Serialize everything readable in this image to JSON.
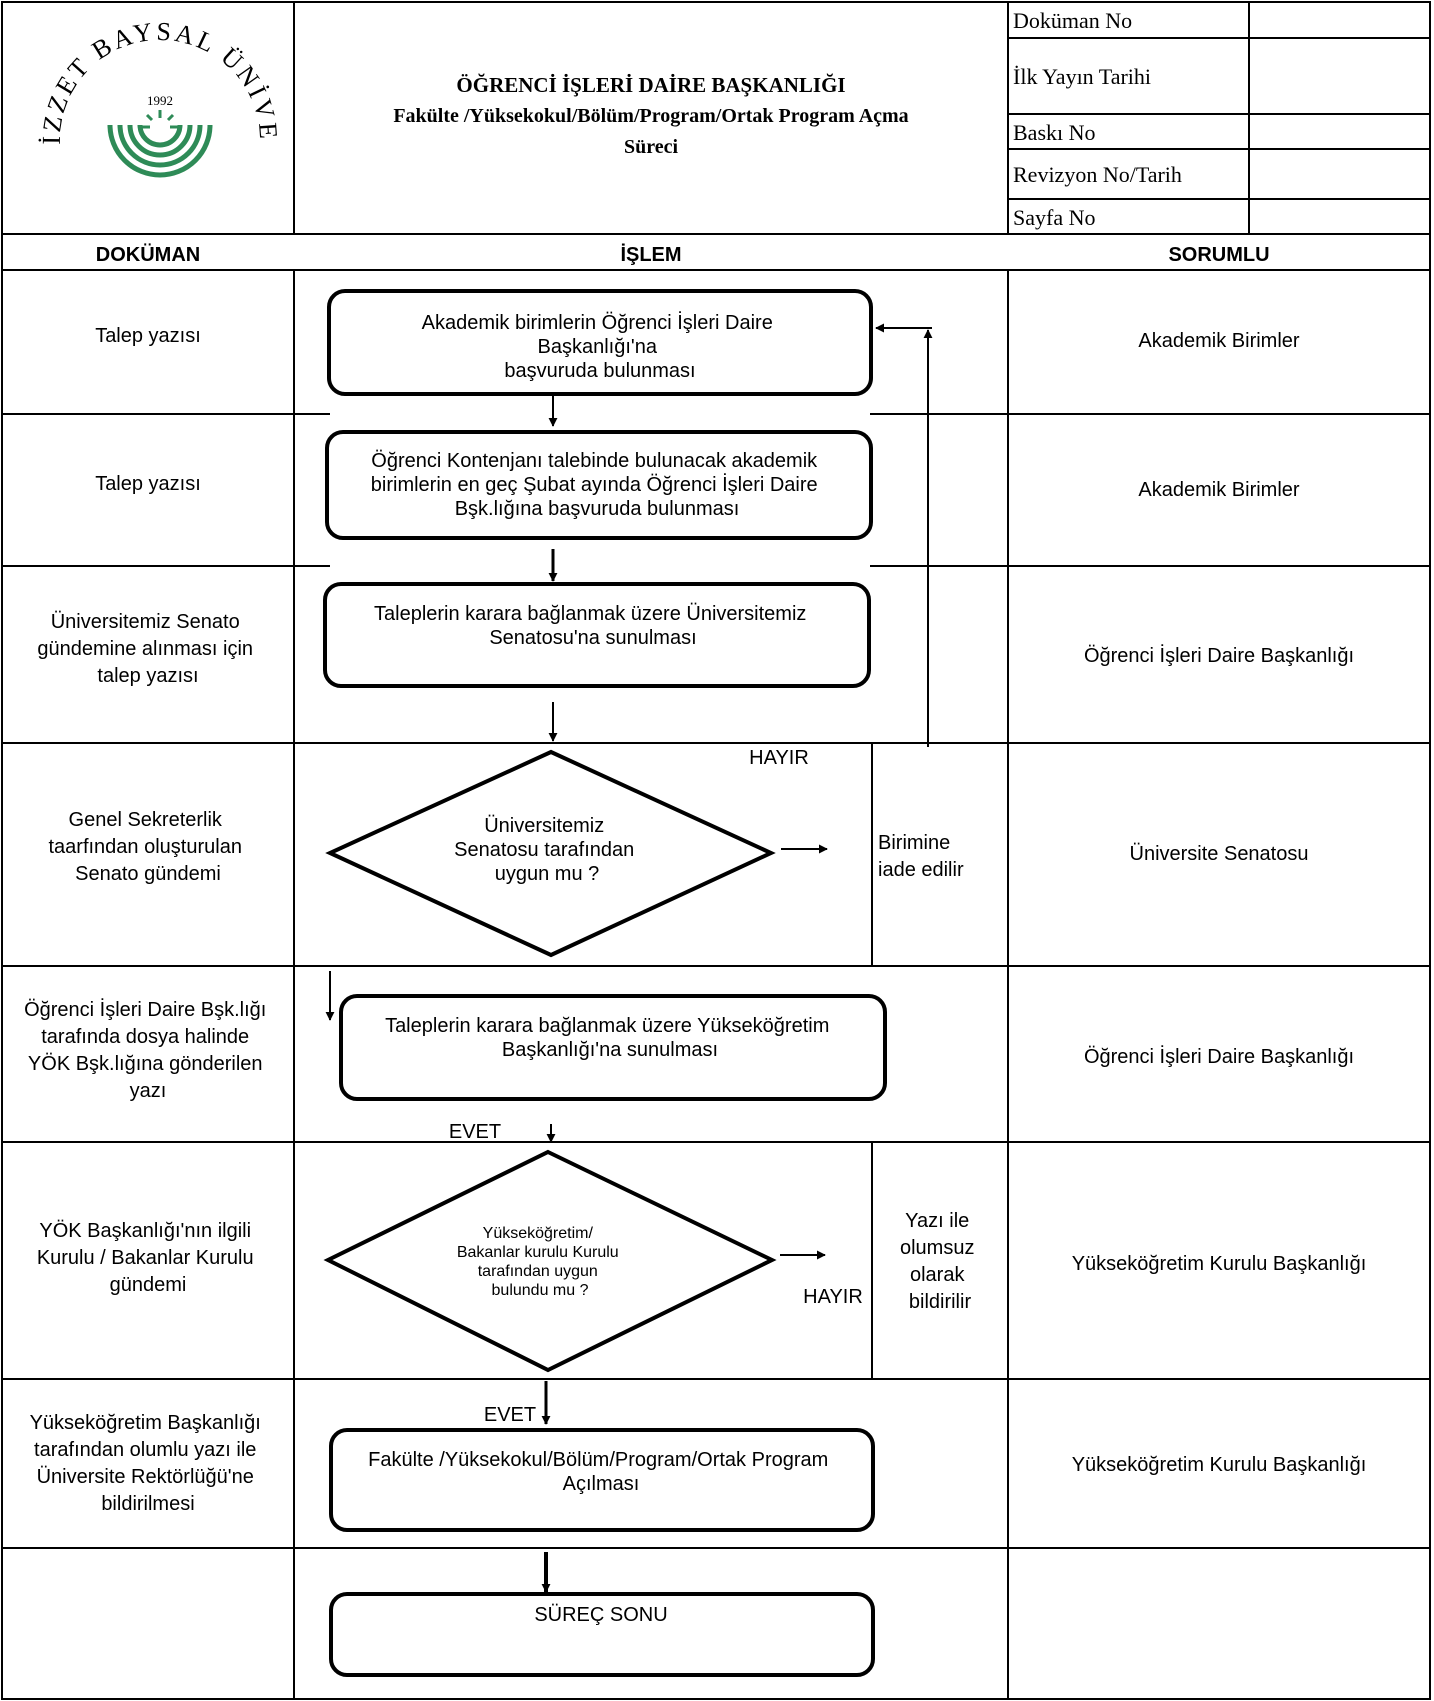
{
  "header": {
    "logo": {
      "arc_text": "ABANT İZZET BAYSAL ÜNİVERSİTESİ",
      "year": "1992",
      "accent_color": "#2e8b57"
    },
    "title": "ÖĞRENCİ İŞLERİ DAİRE BAŞKANLIĞI",
    "subtitle_line1": "Fakülte /Yüksekokul/Bölüm/Program/Ortak Program Açma",
    "subtitle_line2": "Süreci",
    "meta_fields": [
      {
        "label": "Doküman No",
        "value": ""
      },
      {
        "label": "İlk Yayın Tarihi",
        "value": ""
      },
      {
        "label": "Baskı No",
        "value": ""
      },
      {
        "label": "Revizyon No/Tarih",
        "value": ""
      },
      {
        "label": "Sayfa No",
        "value": ""
      }
    ]
  },
  "columns": {
    "document": "DOKÜMAN",
    "process": "İŞLEM",
    "responsible": "SORUMLU"
  },
  "documents": {
    "r1": [
      "Talep yazısı"
    ],
    "r2": [
      "Talep yazısı"
    ],
    "r3": [
      "Üniversitemiz Senato",
      "gündemine alınması için",
      "talep yazısı"
    ],
    "r4": [
      "Genel Sekreterlik",
      "taarfından oluşturulan",
      "Senato gündemi"
    ],
    "r5": [
      "Öğrenci İşleri Daire Bşk.lığı",
      "tarafında dosya halinde",
      "YÖK Bşk.lığına gönderilen",
      "yazı"
    ],
    "r6": [
      "YÖK Başkanlığı'nın ilgili",
      "Kurulu / Bakanlar Kurulu",
      "gündemi"
    ],
    "r7": [
      "Yükseköğretim Başkanlığı",
      "tarafından olumlu yazı ile",
      "Üniversite Rektörlüğü'ne",
      "bildirilmesi"
    ]
  },
  "responsible": {
    "r1": "Akademik Birimler",
    "r2": "Akademik Birimler",
    "r3": "Öğrenci İşleri Daire Başkanlığı",
    "r4": "Üniversite Senatosu",
    "r5": "Öğrenci İşleri Daire Başkanlığı",
    "r6": "Yükseköğretim Kurulu Başkanlığı",
    "r7": "Yükseköğretim Kurulu Başkanlığı"
  },
  "steps": {
    "s1": [
      "Akademik birimlerin Öğrenci İşleri Daire",
      "Başkanlığı'na",
      "başvuruda bulunması"
    ],
    "s2": [
      "Öğrenci Kontenjanı talebinde bulunacak akademik",
      "birimlerin en geç Şubat ayında Öğrenci İşleri Daire",
      "Bşk.lığına başvuruda bulunması"
    ],
    "s3": [
      "Taleplerin karara  bağlanmak üzere Üniversitemiz",
      "Senatosu'na sunulması"
    ],
    "d1": [
      "Üniversitemiz",
      "Senatosu tarafından",
      "uygun mu ?"
    ],
    "d1_no_label": "HAYIR",
    "d1_no_result": [
      "Birimine",
      "iade edilir"
    ],
    "s5": [
      "Taleplerin karara  bağlanmak üzere Yükseköğretim",
      "Başkanlığı'na sunulması"
    ],
    "d1_yes_label": "EVET",
    "d2": [
      "Yükseköğretim/",
      "Bakanlar kurulu Kurulu",
      "tarafından uygun",
      "bulundu mu ?"
    ],
    "d2_no_label": "HAYIR",
    "d2_no_result": [
      "Yazı ile",
      "olumsuz",
      "olarak",
      "bildirilir"
    ],
    "d2_yes_label": "EVET",
    "s7": [
      "Fakülte /Yüksekokul/Bölüm/Program/Ortak Program",
      "Açılması"
    ],
    "end": "SÜREÇ SONU"
  }
}
